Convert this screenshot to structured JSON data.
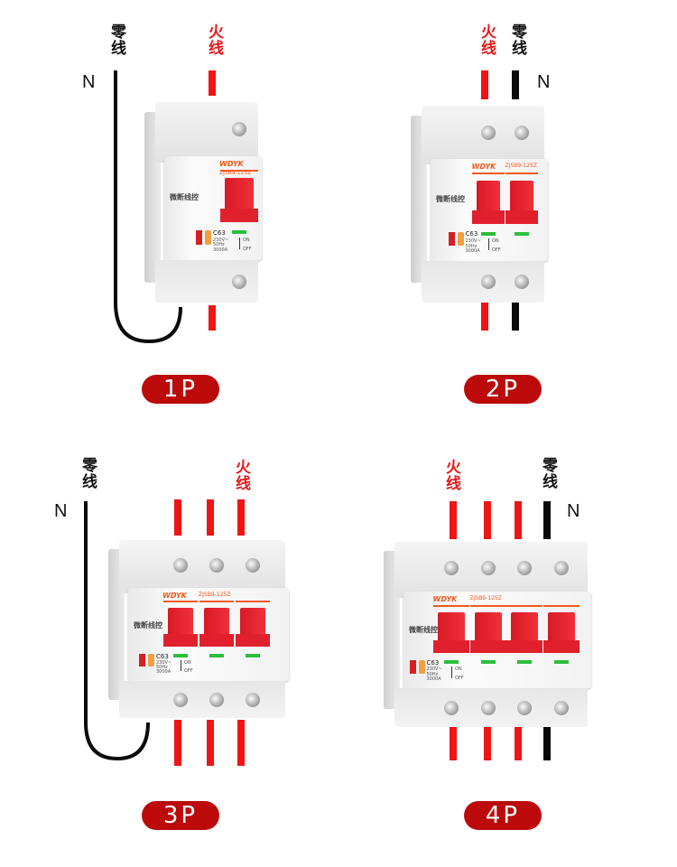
{
  "labels": {
    "neutral": "零线",
    "live": "火线",
    "n": "N"
  },
  "panels": [
    {
      "pill": "1P",
      "poles": 1
    },
    {
      "pill": "2P",
      "poles": 2
    },
    {
      "pill": "3P",
      "poles": 3
    },
    {
      "pill": "4P",
      "poles": 4
    }
  ],
  "breaker": {
    "brand": "WDYK",
    "model": "ZJSB9-125Z",
    "name": "微断线控",
    "rating": "C63",
    "spec1": "230V~",
    "spec2": "50Hz",
    "spec3": "3000A",
    "on": "ON",
    "off": "OFF"
  },
  "colors": {
    "live": "#f01414",
    "neutral": "#0a0a0a",
    "pill": "#bc0a0a",
    "handle": "#e8202e",
    "brand": "#f05a1a"
  }
}
